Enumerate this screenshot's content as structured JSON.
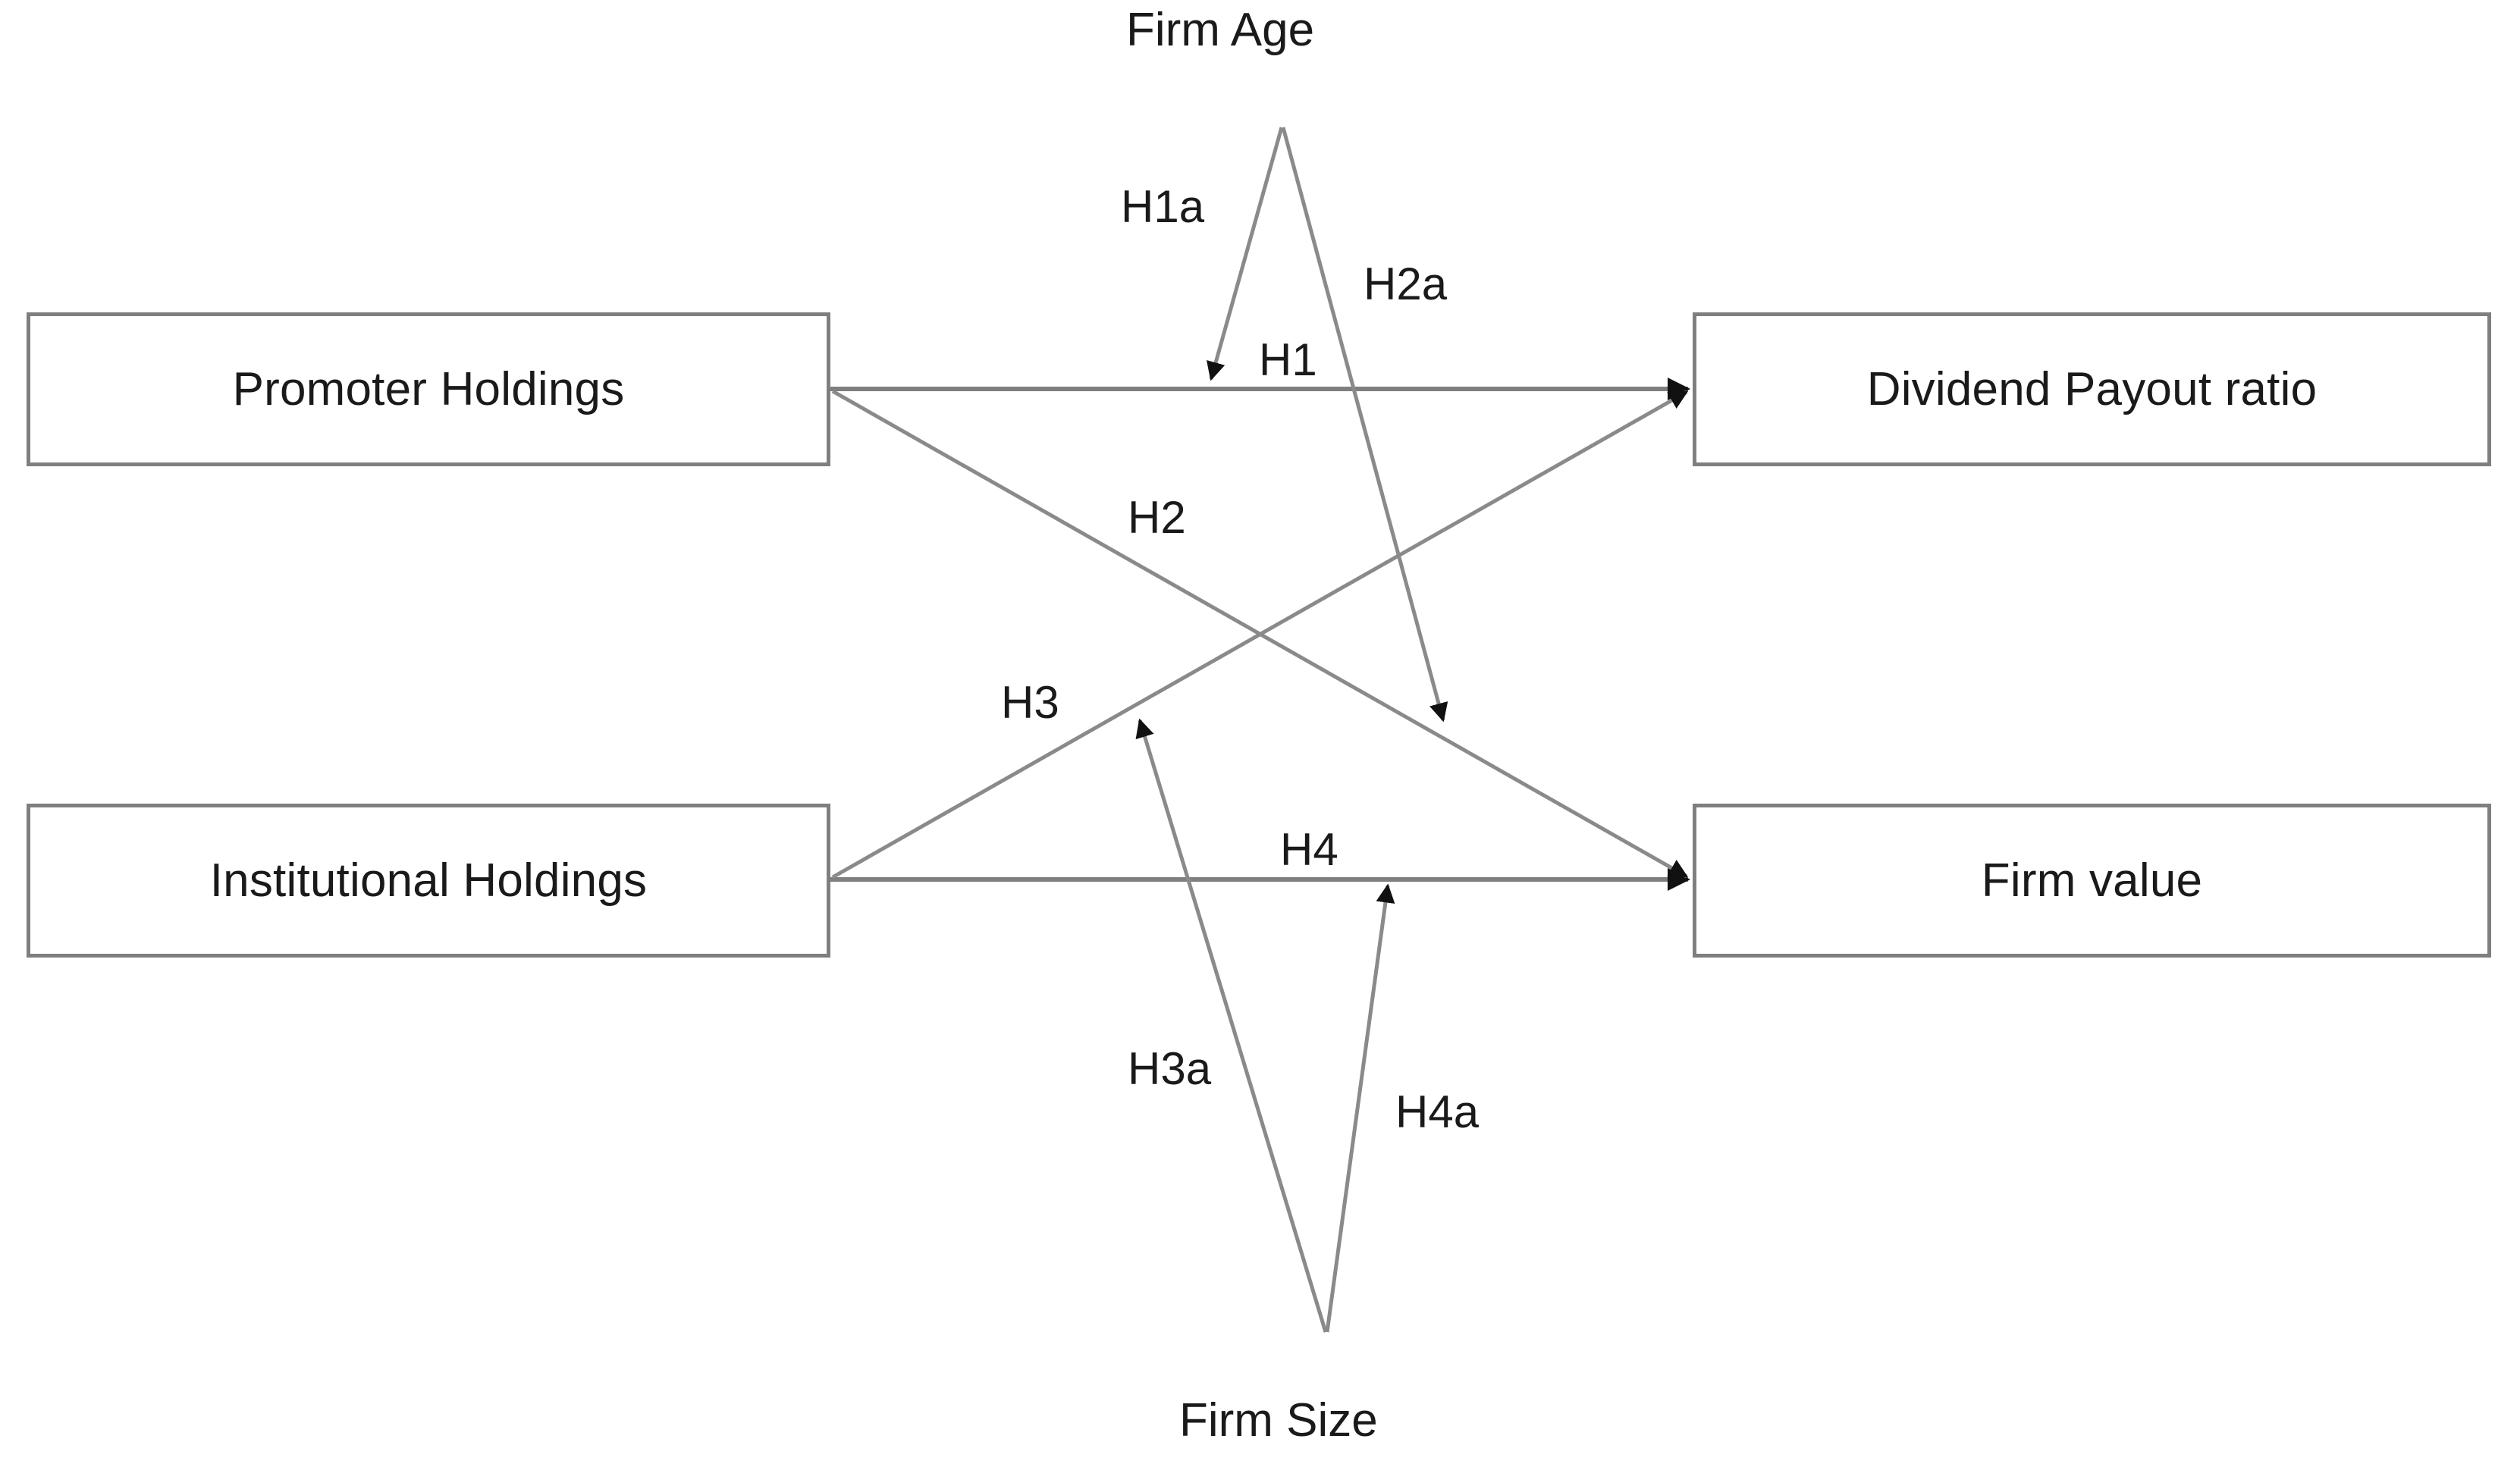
{
  "diagram": {
    "title_present": false,
    "type": "conceptual-research-framework",
    "background_color": "#ffffff",
    "box_border_color": "#7f7f7f",
    "line_color": "#7f7f7f",
    "text_color": "#1a1a1a"
  },
  "nodes": {
    "promoter_holdings": "Promoter Holdings",
    "institutional_holdings": "Institutional Holdings",
    "dividend_payout_ratio": "Dividend Payout ratio",
    "firm_value": "Firm value",
    "firm_age": "Firm Age",
    "firm_size": "Firm Size"
  },
  "hypotheses": {
    "h1": "H1",
    "h2": "H2",
    "h3": "H3",
    "h4": "H4",
    "h1a": "H1a",
    "h2a": "H2a",
    "h3a": "H3a",
    "h4a": "H4a"
  },
  "relationships": [
    {
      "label": "H1",
      "from": "Promoter Holdings",
      "to": "Dividend Payout ratio"
    },
    {
      "label": "H2",
      "from": "Promoter Holdings",
      "to": "Firm value"
    },
    {
      "label": "H3",
      "from": "Institutional Holdings",
      "to": "Dividend Payout ratio"
    },
    {
      "label": "H4",
      "from": "Institutional Holdings",
      "to": "Firm value"
    },
    {
      "label": "H1a",
      "from": "Firm Age",
      "to": "Promoter Holdings -> Dividend Payout ratio path"
    },
    {
      "label": "H2a",
      "from": "Firm Age",
      "to": "Promoter Holdings -> Firm value path"
    },
    {
      "label": "H3a",
      "from": "Firm Size",
      "to": "Institutional Holdings -> Dividend Payout ratio path"
    },
    {
      "label": "H4a",
      "from": "Firm Size",
      "to": "Institutional Holdings -> Firm value path"
    }
  ]
}
